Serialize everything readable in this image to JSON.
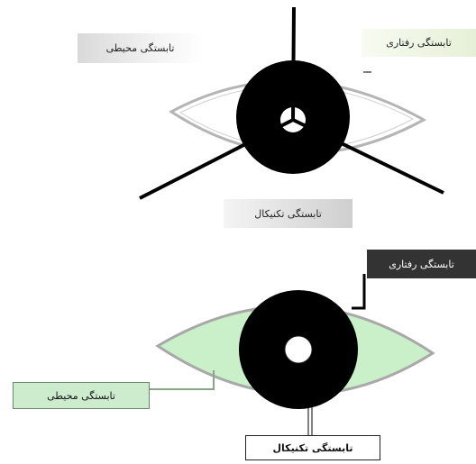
{
  "top_diagram": {
    "labels": {
      "environmental": "تابستگی محیطی",
      "behavioral": "تابستگی رفتاری",
      "technical": "تابستگی تکنیکال"
    }
  },
  "bottom_diagram": {
    "labels": {
      "behavioral": "تابستگی رفتاری",
      "environmental": "تابستگی محیطی",
      "technical": "تابستگی تکنیکال"
    }
  },
  "colors": {
    "iris": "#000000",
    "sclera_top": "#ffffff",
    "sclera_bottom": "#c9f0c9",
    "eye_outline": "#b0b0b0"
  }
}
